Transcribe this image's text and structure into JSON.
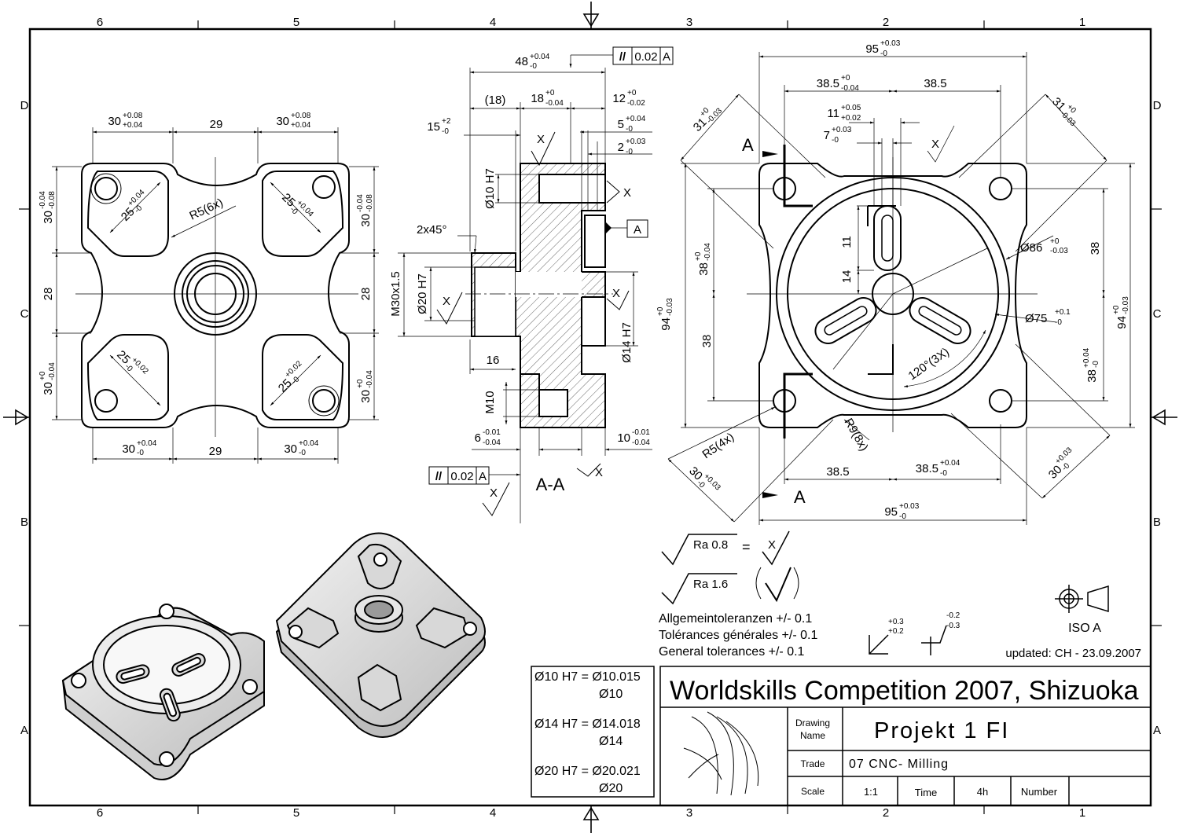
{
  "border": {
    "cols_top": [
      "6",
      "5",
      "4",
      "3",
      "2",
      "1"
    ],
    "cols_bottom": [
      "6",
      "5",
      "4",
      "3",
      "2",
      "1"
    ],
    "rows_left": [
      "D",
      "C",
      "B",
      "A"
    ],
    "rows_right": [
      "D",
      "C",
      "B",
      "A"
    ]
  },
  "front_view": {
    "dims": {
      "top_left": "30",
      "top_left_tol_up": "+0.08",
      "top_left_tol_lo": "+0.04",
      "top_mid": "29",
      "top_right": "30",
      "top_right_tol_up": "+0.08",
      "top_right_tol_lo": "+0.04",
      "bot_left": "30",
      "bot_left_tol_up": "+0.04",
      "bot_left_tol_lo": "-0",
      "bot_mid": "29",
      "bot_right": "30",
      "bot_right_tol_up": "+0.04",
      "bot_right_tol_lo": "-0",
      "left_top": "30",
      "left_top_tol_up": "-0.04",
      "left_top_tol_lo": "-0.08",
      "left_mid": "28",
      "left_bot": "30",
      "left_bot_tol_up": "+0",
      "left_bot_tol_lo": "-0.04",
      "right_top": "30",
      "right_top_tol_up": "-0.04",
      "right_top_tol_lo": "-0.08",
      "right_mid": "28",
      "right_bot": "30",
      "right_bot_tol_up": "+0",
      "right_bot_tol_lo": "-0.04",
      "pocket_tl": "25",
      "pocket_tl_tol_up": "+0.04",
      "pocket_tl_tol_lo": "-0",
      "pocket_tr": "25",
      "pocket_tr_tol_up": "+0.04",
      "pocket_tr_tol_lo": "-0",
      "pocket_bl": "25",
      "pocket_bl_tol_up": "+0.02",
      "pocket_bl_tol_lo": "-0",
      "pocket_br": "25",
      "pocket_br_tol_up": "+0.02",
      "pocket_br_tol_lo": "-0",
      "radius": "R5(6x)"
    }
  },
  "section_view": {
    "title": "A-A",
    "dims": {
      "d48": "48",
      "d48_up": "+0.04",
      "d48_lo": "-0",
      "d18p": "(18)",
      "d18": "18",
      "d18_up": "+0",
      "d18_lo": "-0.04",
      "d12": "12",
      "d12_up": "+0",
      "d12_lo": "-0.02",
      "d15": "15",
      "d15_up": "+2",
      "d15_lo": "-0",
      "d5": "5",
      "d5_up": "+0.04",
      "d5_lo": "-0",
      "d2": "2",
      "d2_up": "+0.03",
      "d2_lo": "-0",
      "phi10": "Ø10 H7",
      "chamfer": "2x45°",
      "m30": "M30x1.5",
      "phi20": "Ø20 H7",
      "phi14": "Ø14 H7",
      "d16": "16",
      "m10": "M10",
      "d6": "6",
      "d6_up": "-0.01",
      "d6_lo": "-0.04",
      "d10": "10",
      "d10_up": "-0.01",
      "d10_lo": "-0.04"
    },
    "fcf_top": {
      "sym": "//",
      "val": "0.02",
      "datum": "A"
    },
    "fcf_bot": {
      "sym": "//",
      "val": "0.02",
      "datum": "A"
    },
    "datum": "A",
    "x": "X"
  },
  "right_view": {
    "dims": {
      "d95t": "95",
      "d95t_up": "+0.03",
      "d95t_lo": "-0",
      "d385l": "38.5",
      "d385l_up": "+0",
      "d385l_lo": "-0.04",
      "d385r": "38.5",
      "d11": "11",
      "d11_up": "+0.05",
      "d11_lo": "+0.02",
      "d7": "7",
      "d7_up": "+0.03",
      "d7_lo": "-0",
      "d31l": "31",
      "d31l_up": "+0",
      "d31l_lo": "-0.03",
      "d31r": "31",
      "d31r_up": "+0",
      "d31r_lo": "-0.03",
      "d38tl": "38",
      "d38tl_up": "+0",
      "d38tl_lo": "-0.04",
      "d38bl": "38",
      "d94l": "94",
      "d94l_up": "+0",
      "d94l_lo": "-0.03",
      "d11v": "11",
      "d14v": "14",
      "phi86": "Ø86",
      "phi86_up": "+0",
      "phi86_lo": "-0.03",
      "d38r": "38",
      "d94r": "94",
      "d94r_up": "+0",
      "d94r_lo": "-0.03",
      "phi75": "Ø75",
      "phi75_up": "+0.1",
      "phi75_lo": "-0",
      "d38br": "38",
      "d38br_up": "+0.04",
      "d38br_lo": "-0",
      "angle": "120°(3X)",
      "r9": "R9(8x)",
      "r5": "R5(4x)",
      "d30l": "30",
      "d30l_up": "+0.03",
      "d30l_lo": "-0",
      "d30r": "30",
      "d30r_up": "+0.03",
      "d30r_lo": "-0",
      "d385bl": "38.5",
      "d385br": "38.5",
      "d385br_up": "+0.04",
      "d385br_lo": "-0",
      "d95b": "95",
      "d95b_up": "+0.03",
      "d95b_lo": "-0",
      "sec_a": "A"
    }
  },
  "notes": {
    "ra08": "Ra 0.8",
    "eq": "=",
    "ra16": "Ra 1.6",
    "x": "X",
    "tol_de": "Allgemeintoleranzen +/- 0.1",
    "tol_fr": "Tolérances générales +/- 0.1",
    "tol_en": "General tolerances +/- 0.1",
    "sym1_up": "+0.3",
    "sym1_lo": "+0.2",
    "sym2_up": "-0.2",
    "sym2_lo": "-0.3",
    "iso": "ISO A",
    "updated": "updated: CH - 23.09.2007"
  },
  "fits": [
    {
      "nominal": "Ø10 H7 = Ø10.015",
      "base": "Ø10"
    },
    {
      "nominal": "Ø14 H7 = Ø14.018",
      "base": "Ø14"
    },
    {
      "nominal": "Ø20 H7 = Ø20.021",
      "base": "Ø20"
    }
  ],
  "title_block": {
    "title": "Worldskills Competition 2007, Shizuoka",
    "drawing_label_1": "Drawing",
    "drawing_label_2": "Name",
    "drawing_name": "Projekt  1 FI",
    "trade_label": "Trade",
    "trade_value": "07  CNC- Milling",
    "scale_label": "Scale",
    "scale_value": "1:1",
    "time_label": "Time",
    "time_value": "4h",
    "number_label": "Number"
  }
}
